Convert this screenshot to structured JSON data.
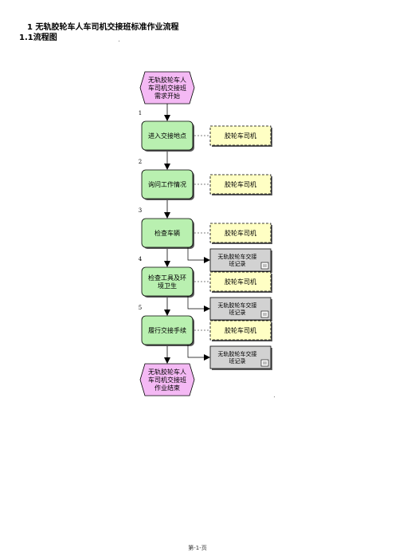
{
  "heading": "1  无轨胶轮车人车司机交接班标准作业流程",
  "subheading": "1.1流程图",
  "start": {
    "lines": [
      "无轨胶轮车人",
      "车司机交接班",
      "需求开始"
    ]
  },
  "end": {
    "lines": [
      "无轨胶轮车人",
      "车司机交接班",
      "作业结束"
    ]
  },
  "steps": [
    {
      "num": "1",
      "lines": [
        "进入交接地点"
      ],
      "role": "胶轮车司机",
      "doc": null
    },
    {
      "num": "2",
      "lines": [
        "询问工作情况"
      ],
      "role": "胶轮车司机",
      "doc": null
    },
    {
      "num": "3",
      "lines": [
        "检查车辆"
      ],
      "role": "胶轮车司机",
      "doc": [
        "无轨胶轮车交接",
        "班记录"
      ]
    },
    {
      "num": "4",
      "lines": [
        "检查工具及环",
        "境卫生"
      ],
      "role": "胶轮车司机",
      "doc": [
        "无轨胶轮车交接",
        "班记录"
      ]
    },
    {
      "num": "5",
      "lines": [
        "履行交接手续"
      ],
      "role": "胶轮车司机",
      "doc": [
        "无轨胶轮车交接",
        "班记录"
      ]
    }
  ],
  "colors": {
    "process": "#b9f0b0",
    "role": "#ffffc4",
    "doc": "#d2d2d2",
    "terminator": "#f4b9f4"
  },
  "footer": "第-1-页"
}
